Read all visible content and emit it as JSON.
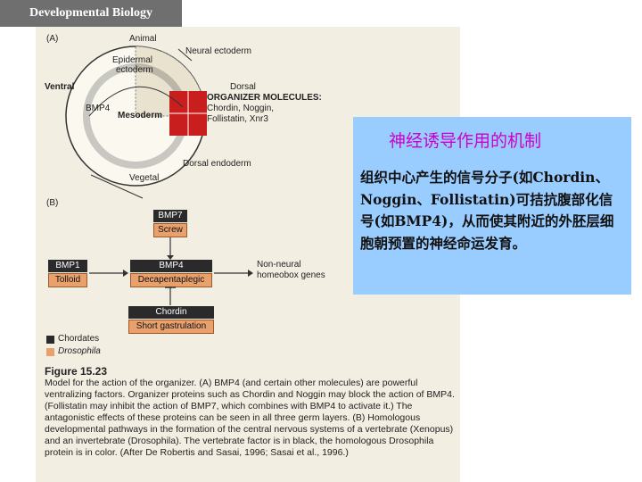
{
  "header": {
    "title": "Developmental Biology"
  },
  "panel": {
    "title": "神经诱导作用的机制",
    "body": "组织中心产生的信号分子(如Chordin、Noggin、Follistatin)可拮抗腹部化信号(如BMP4)，从而使其附近的外胚层细胞朝预置的神经命运发育。"
  },
  "figure": {
    "a": {
      "label": "(A)",
      "animal": "Animal",
      "neural_ectoderm": "Neural ectoderm",
      "epidermal": "Epidermal",
      "ectoderm": "ectoderm",
      "ventral": "Ventral",
      "dorsal": "Dorsal",
      "organizer_title": "ORGANIZER MOLECULES:",
      "organizer_line1": "Chordin, Noggin,",
      "organizer_line2": "Follistatin, Xnr3",
      "bmp4": "BMP4",
      "mesoderm": "Mesoderm",
      "dorsal_endoderm": "Dorsal endoderm",
      "vegetal": "Vegetal"
    },
    "b": {
      "label": "(B)",
      "bmp7": "BMP7",
      "screw": "Screw",
      "bmp1": "BMP1",
      "tolloid": "Tolloid",
      "bmp4": "BMP4",
      "dpp": "Decapentaplegic",
      "nonneural_1": "Non-neural",
      "nonneural_2": "homeobox genes",
      "chordin": "Chordin",
      "sog": "Short gastrulation"
    },
    "legend": {
      "chordates": "Chordates",
      "drosophila": "Drosophila"
    },
    "caption": {
      "number": "Figure 15.23",
      "text": "Model for the action of the organizer. (A) BMP4 (and certain other molecules) are powerful ventralizing factors. Organizer proteins such as Chordin and Noggin may block the action of BMP4. (Follistatin may inhibit the action of BMP7, which combines with BMP4 to activate it.) The antagonistic effects of these proteins can be seen in all three germ layers. (B) Homologous developmental pathways in the formation of the central nervous systems of a vertebrate (Xenopus) and an invertebrate (Drosophila). The vertebrate factor is in black, the homologous Drosophila protein is in color. (After De Robertis and Sasai, 1996; Sasai et al., 1996.)"
    }
  },
  "colors": {
    "header_bg": "#6f6f6f",
    "panel_bg": "#99ccff",
    "panel_title": "#cc00cc",
    "organizer_red": "#c81e1e",
    "drosophila_orange": "#e8a16d"
  }
}
